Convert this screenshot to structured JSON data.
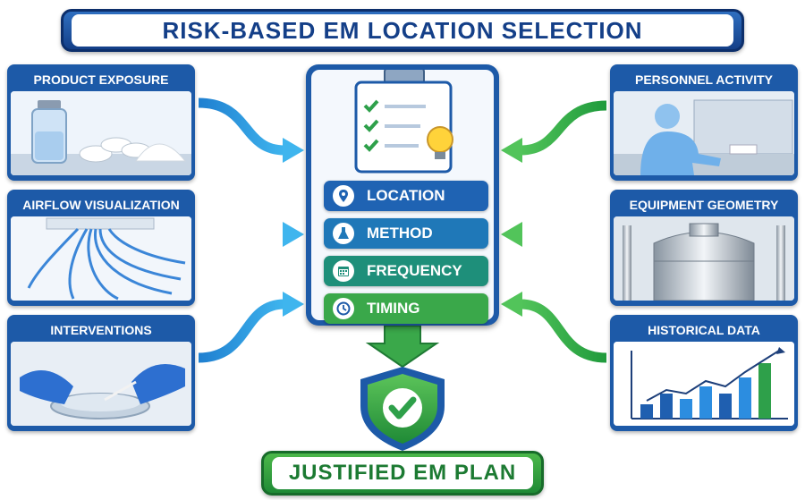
{
  "title": "RISK-BASED EM LOCATION SELECTION",
  "inputs_left": [
    {
      "label": "PRODUCT EXPOSURE",
      "icon": "vial-tablets-powder-icon"
    },
    {
      "label": "AIRFLOW VISUALIZATION",
      "icon": "airflow-icon"
    },
    {
      "label": "INTERVENTIONS",
      "icon": "gloved-hands-petri-dish-icon"
    }
  ],
  "inputs_right": [
    {
      "label": "PERSONNEL ACTIVITY",
      "icon": "operator-cleanroom-icon"
    },
    {
      "label": "EQUIPMENT GEOMETRY",
      "icon": "stainless-tank-icon"
    },
    {
      "label": "HISTORICAL DATA",
      "icon": "bar-trend-chart-icon"
    }
  ],
  "steps": [
    {
      "label": "LOCATION",
      "icon": "location-pin-icon",
      "color": "#1f63b3"
    },
    {
      "label": "METHOD",
      "icon": "flask-icon",
      "color": "#1f78b8"
    },
    {
      "label": "FREQUENCY",
      "icon": "calendar-icon",
      "color": "#1e8f7a"
    },
    {
      "label": "TIMING",
      "icon": "clock-icon",
      "color": "#3aa84a"
    }
  ],
  "output": "JUSTIFIED EM PLAN",
  "colors": {
    "blue": "#1d5aa8",
    "green": "#2e9e44",
    "arrow_blue": "#2aa0e0",
    "arrow_green": "#2fb24a"
  }
}
